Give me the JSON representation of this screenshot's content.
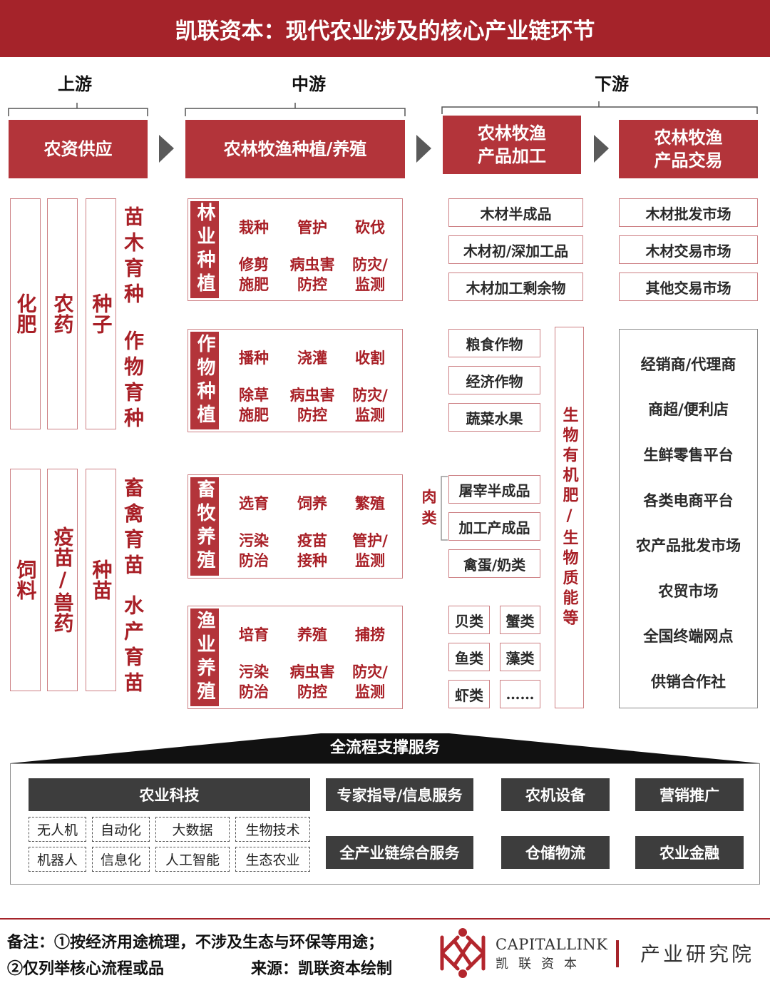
{
  "title": "凯联资本：现代农业涉及的核心产业链环节",
  "segments": {
    "upstream": "上游",
    "midstream": "中游",
    "downstream": "下游"
  },
  "stages": {
    "supply": "农资供应",
    "production": "农林牧渔种植/养殖",
    "processing": "农林牧渔\n产品加工",
    "trading": "农林牧渔\n产品交易"
  },
  "upstream": {
    "planting": {
      "inputs": [
        "化肥",
        "农药",
        "种子"
      ],
      "seed_types": [
        "苗木育种",
        "作物育种"
      ]
    },
    "breeding": {
      "inputs": [
        "饲料",
        "疫苗/兽药",
        "种苗"
      ],
      "seed_types": [
        "畜禽育苗",
        "水产育苗"
      ]
    }
  },
  "midstream": [
    {
      "label": "林业种植",
      "activities": [
        "栽种",
        "管护",
        "砍伐",
        "修剪\n施肥",
        "病虫害\n防控",
        "防灾/\n监测"
      ]
    },
    {
      "label": "作物种植",
      "activities": [
        "播种",
        "浇灌",
        "收割",
        "除草\n施肥",
        "病虫害\n防控",
        "防灾/\n监测"
      ]
    },
    {
      "label": "畜牧养殖",
      "activities": [
        "选育",
        "饲养",
        "繁殖",
        "污染\n防治",
        "疫苗\n接种",
        "管护/\n监测"
      ]
    },
    {
      "label": "渔业养殖",
      "activities": [
        "培育",
        "养殖",
        "捕捞",
        "污染\n防治",
        "病虫害\n防控",
        "防灾/\n监测"
      ]
    }
  ],
  "processing": {
    "forestry": [
      "木材半成品",
      "木材初/深加工品",
      "木材加工剩余物"
    ],
    "crops": [
      "粮食作物",
      "经济作物",
      "蔬菜水果"
    ],
    "meat_label": "肉类",
    "livestock": [
      "屠宰半成品",
      "加工产成品",
      "禽蛋/奶类"
    ],
    "aquatic": [
      "贝类",
      "蟹类",
      "鱼类",
      "藻类",
      "虾类",
      "……"
    ],
    "byproducts": "生物有机肥/生物质能等"
  },
  "trading": {
    "forestry_markets": [
      "木材批发市场",
      "木材交易市场",
      "其他交易市场"
    ],
    "channels": [
      "经销商/代理商",
      "商超/便利店",
      "生鲜零售平台",
      "各类电商平台",
      "农产品批发市场",
      "农贸市场",
      "全国终端网点",
      "供销合作社"
    ]
  },
  "support": {
    "title": "全流程支撑服务",
    "agritech": {
      "label": "农业科技",
      "items": [
        "无人机",
        "自动化",
        "大数据",
        "生物技术",
        "机器人",
        "信息化",
        "人工智能",
        "生态农业"
      ]
    },
    "services": [
      "专家指导/信息服务",
      "农机设备",
      "营销推广",
      "全产业链综合服务",
      "仓储物流",
      "农业金融"
    ]
  },
  "footer": {
    "notes": [
      "备注：①按经济用途梳理，不涉及生态与环保等用途；",
      "②仅列举核心流程或品"
    ],
    "source": "来源：凯联资本绘制",
    "brand_en": "CAPITALLINK",
    "brand_cn": "凯联资本",
    "institute": "产业研究院"
  },
  "colors": {
    "brand_red": "#A5232A",
    "panel_red": "#B3343A",
    "text_red": "#A81F26",
    "service_dark": "#3D3D3D"
  }
}
